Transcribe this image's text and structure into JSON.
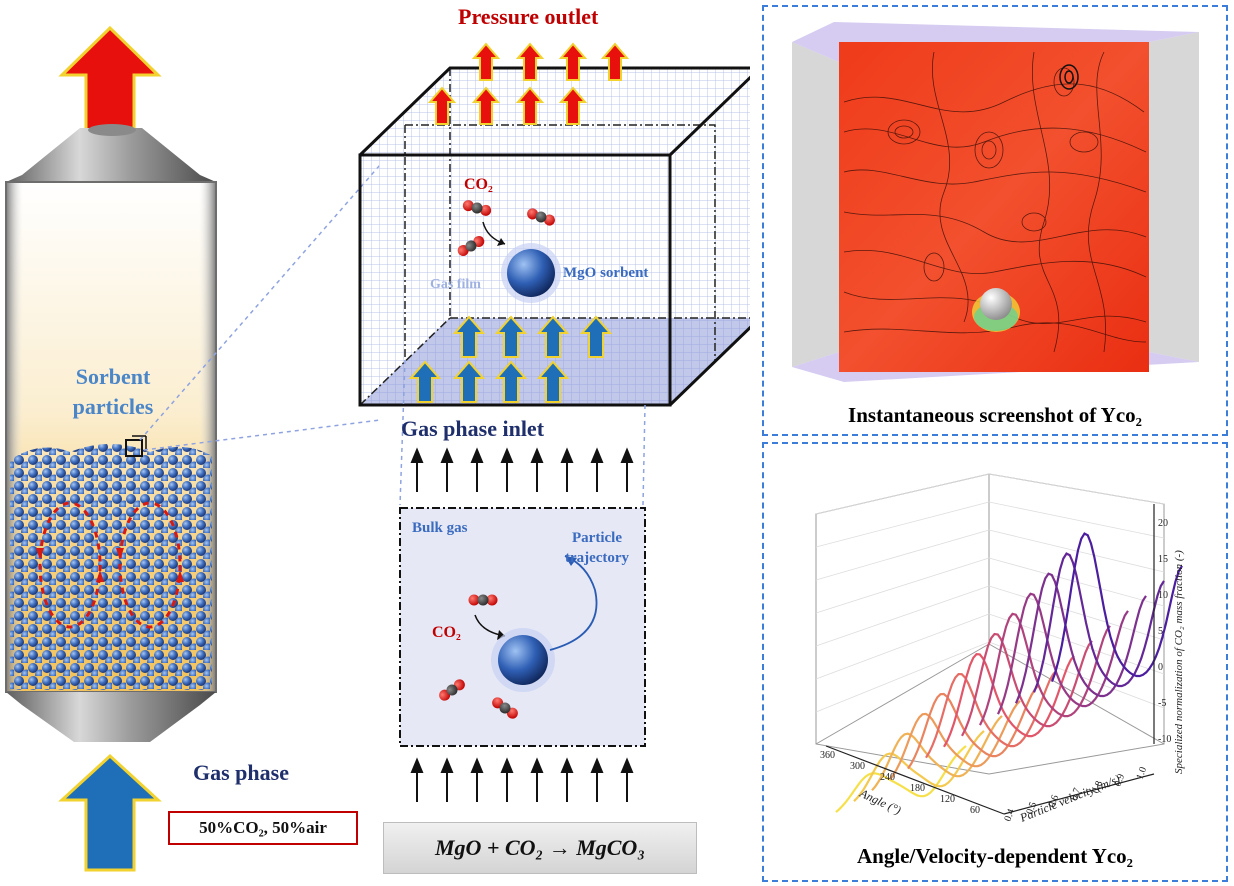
{
  "left": {
    "sorbent_label_line1": "Sorbent",
    "sorbent_label_line2": "particles",
    "gas_phase_label": "Gas phase",
    "composition": "50%CO₂, 50%air"
  },
  "middle": {
    "pressure_outlet": "Pressure outlet",
    "co2_top": "CO₂",
    "gas_film": "Gas film",
    "mgo_sorbent": "MgO sorbent",
    "gas_inlet": "Gas phase inlet",
    "bulk_gas": "Bulk gas",
    "particle_trajectory_line1": "Particle",
    "particle_trajectory_line2": "trajectory",
    "co2_bottom": "CO₂",
    "equation": "MgO + CO₂ → MgCO₃"
  },
  "right": {
    "top_caption": "Instantaneous screenshot of Yco₂",
    "bottom_caption": "Angle/Velocity-dependent Yco₂"
  },
  "chart_data": {
    "type": "line",
    "title": "",
    "xlabel": "Particle velocity (m/s)",
    "ylabel": "Angle (°)",
    "zlabel": "Specialized normalization of CO₂ mass fraction (-)",
    "velocity_ticks": [
      "0.4",
      "0.5",
      "0.6",
      "0.7",
      "0.8",
      "0.9",
      "1.0"
    ],
    "angle_ticks": [
      "60",
      "120",
      "180",
      "240",
      "300",
      "360"
    ],
    "z_ticks": [
      "-10",
      "-5",
      "0",
      "5",
      "10",
      "15",
      "20"
    ],
    "series_count": 13,
    "colors": {
      "start": "#f6e04a",
      "mid": "#e2566a",
      "end": "#4b1ea0"
    }
  },
  "colors": {
    "red_arrow": "#e8100c",
    "blue_arrow": "#1f6fb8",
    "accent_dashed": "#3b7dd8"
  }
}
